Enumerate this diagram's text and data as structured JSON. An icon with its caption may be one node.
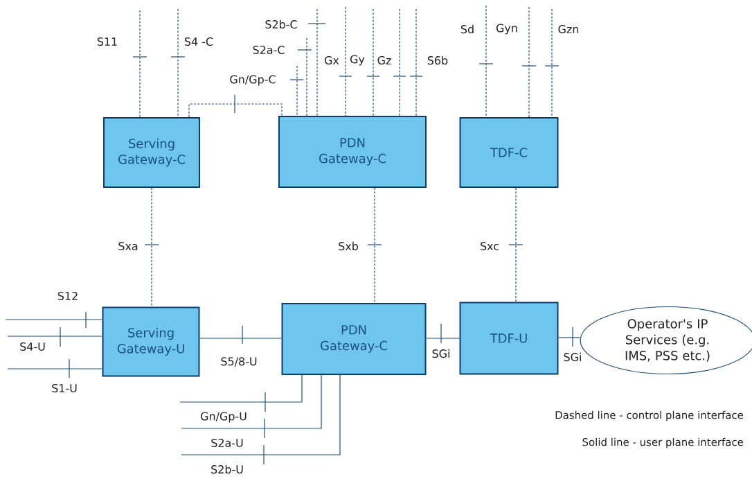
{
  "diagram": {
    "nodes": [
      {
        "text": [
          "Serving Gateway-C"
        ]
      },
      {
        "text": [
          "PDN Gateway-C"
        ]
      },
      {
        "text": [
          "TDF-C"
        ]
      },
      {
        "text": [
          "Serving Gateway-U"
        ]
      },
      {
        "text": [
          "PDN Gateway-C"
        ]
      },
      {
        "text": [
          "TDF-U"
        ]
      },
      {
        "text": [
          "Operator's IP Services (e.g. IMS, PSS etc.)"
        ]
      }
    ],
    "edges": [
      {
        "from": 0,
        "to": 1,
        "arrow": "none",
        "style": "dashed"
      },
      {
        "from": 0,
        "to": 3,
        "arrow": "none",
        "style": "dashed",
        "label": "Sxa"
      },
      {
        "from": 1,
        "to": 4,
        "arrow": "none",
        "style": "dashed",
        "label": "Sxb"
      },
      {
        "from": 2,
        "to": 5,
        "arrow": "none",
        "style": "dashed",
        "label": "Sxc"
      },
      {
        "from": 3,
        "to": 4,
        "arrow": "none",
        "label": "S5/8-U"
      },
      {
        "from": 4,
        "to": 5,
        "arrow": "none",
        "label": "SGi"
      },
      {
        "from": 5,
        "to": 6,
        "arrow": "none",
        "label": "SGi"
      },
      {
        "from": null,
        "to": 0,
        "arrow": "none",
        "style": "dashed",
        "label": "S11"
      },
      {
        "from": null,
        "to": 0,
        "arrow": "none",
        "style": "dashed",
        "label": "S4 -C"
      },
      {
        "from": null,
        "to": 1,
        "arrow": "none",
        "style": "dashed",
        "label": "Gn/Gp-C"
      },
      {
        "from": null,
        "to": 1,
        "arrow": "none",
        "style": "dashed",
        "label": "S2a-C"
      },
      {
        "from": null,
        "to": 1,
        "arrow": "none",
        "style": "dashed",
        "label": "S2b-C"
      },
      {
        "from": null,
        "to": 1,
        "arrow": "none",
        "style": "dashed",
        "label": "Gx"
      },
      {
        "from": null,
        "to": 1,
        "arrow": "none",
        "style": "dashed",
        "label": "Gy"
      },
      {
        "from": null,
        "to": 1,
        "arrow": "none",
        "style": "dashed",
        "label": "Gz"
      },
      {
        "from": null,
        "to": 1,
        "arrow": "none",
        "style": "dashed",
        "label": "S6b"
      },
      {
        "from": null,
        "to": 2,
        "arrow": "none",
        "style": "dashed",
        "label": "Sd"
      },
      {
        "from": null,
        "to": 2,
        "arrow": "none",
        "style": "dashed",
        "label": "Gyn"
      },
      {
        "from": null,
        "to": 2,
        "arrow": "none",
        "style": "dashed",
        "label": "Gzn"
      },
      {
        "from": null,
        "to": 3,
        "arrow": "none",
        "label": "S12"
      },
      {
        "from": null,
        "to": 3,
        "arrow": "none",
        "label": "S4-U"
      },
      {
        "from": null,
        "to": 3,
        "arrow": "none",
        "label": "S1-U"
      },
      {
        "from": null,
        "to": 4,
        "arrow": "none",
        "label": "Gn/Gp-U"
      },
      {
        "from": null,
        "to": 4,
        "arrow": "none",
        "label": "S2a-U"
      },
      {
        "from": null,
        "to": 4,
        "arrow": "none",
        "label": "S2b-U"
      }
    ],
    "labels": [
      "Dashed line - control plane interface",
      "Solid line - user plane interface"
    ]
  }
}
